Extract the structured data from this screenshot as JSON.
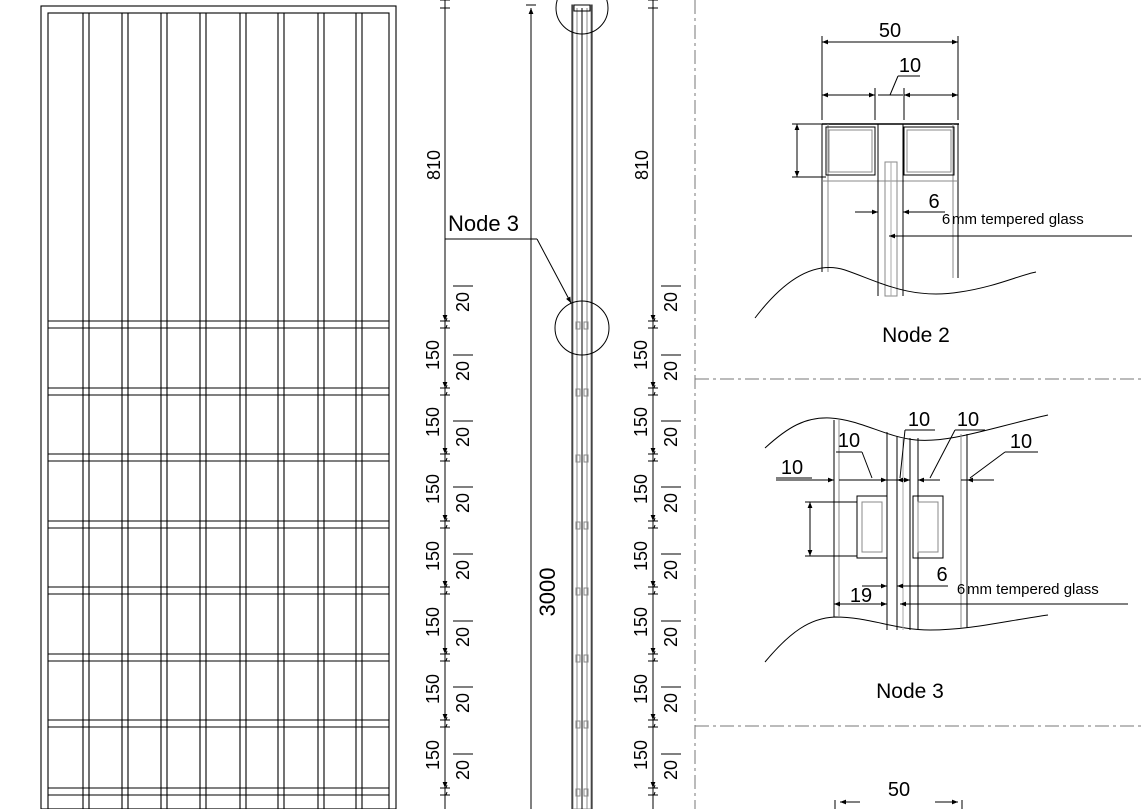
{
  "labels": {
    "dim_810": "810",
    "dim_20": "20",
    "dim_150": "150",
    "dim_3000": "3000",
    "node3_callout": "Node 3",
    "node2_title": "Node 2",
    "node3_title": "Node 3",
    "d50": "50",
    "d10": "10",
    "d6": "6",
    "d19": "19",
    "glass_label": "mm tempered glass"
  }
}
